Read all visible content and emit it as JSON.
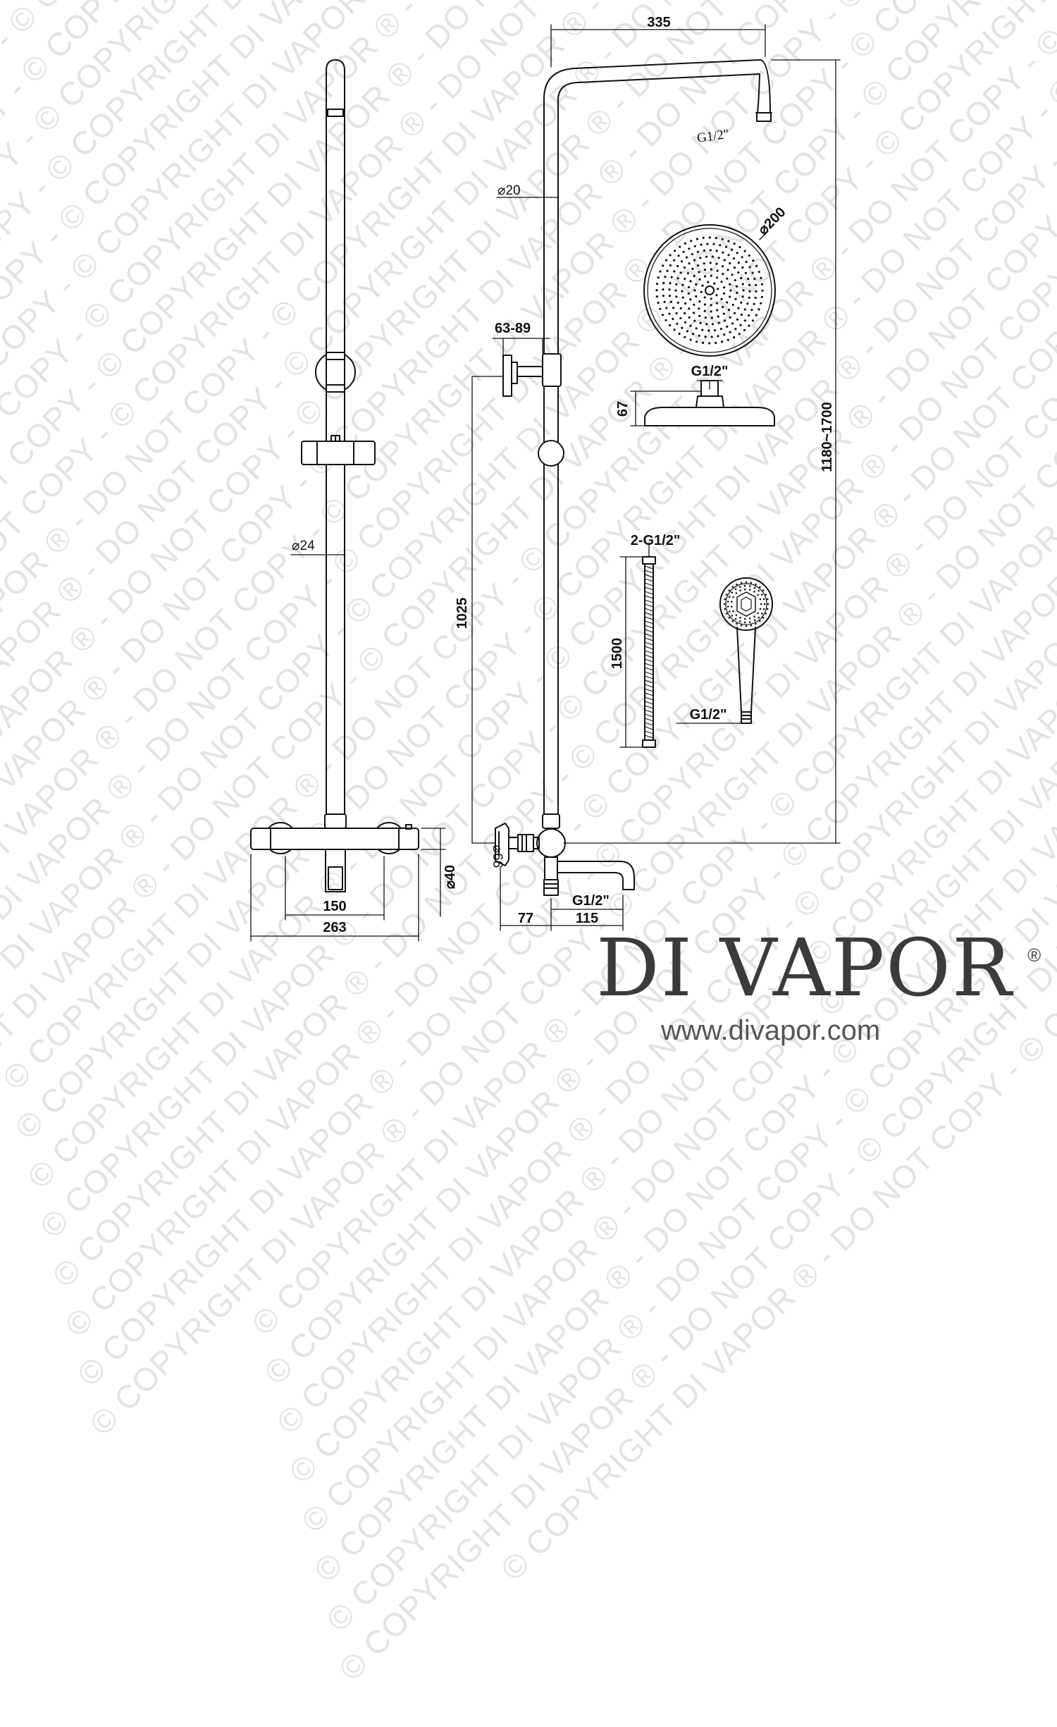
{
  "watermark": "© COPYRIGHT DI VAPOR ® - DO NOT COPY",
  "brand": {
    "name": "DI VAPOR",
    "registered": "®",
    "url": "www.divapor.com"
  },
  "front_view": {
    "bar_diameter": "⌀24",
    "inlet_spacing": "150",
    "overall_width": "263",
    "valve_diameter": "⌀40"
  },
  "side_view": {
    "arm_reach": "335",
    "arm_connection": "G1/2\"",
    "riser_diameter": "⌀20",
    "bracket_range": "63-89",
    "bracket_height": "1025",
    "total_height": "1180~1700",
    "valve_flange_diameter": "⌀66",
    "spout_connection": "G1/2\"",
    "offset_left": "77",
    "spout_reach": "115"
  },
  "overhead_shower": {
    "diameter": "⌀200",
    "connection": "G1/2\"",
    "height": "67"
  },
  "hose": {
    "connections": "2-G1/2\"",
    "length": "1500"
  },
  "handset": {
    "connection": "G1/2\""
  }
}
